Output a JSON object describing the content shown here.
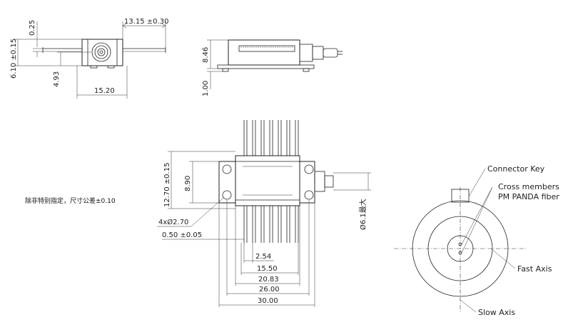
{
  "top_left_view": {
    "dims": {
      "d1": "13.15 ±0.30",
      "d2": "0.25",
      "d3": "6.10 ±0.15",
      "d4": "4.93",
      "d5": "15.20"
    }
  },
  "side_view": {
    "dims": {
      "d1": "8.46",
      "d2": "1.00"
    }
  },
  "note": "除非特别指定，尺寸公差±0.10",
  "main_view": {
    "dims": {
      "height_total": "12.70 ±0.15",
      "height_body": "8.90",
      "holes": "4xØ2.70",
      "pin_width": "0.50 ±0.05",
      "pitch": "2.54",
      "w1": "15.50",
      "w2": "20.83",
      "w3": "26.00",
      "w4": "30.00",
      "fiber_dia": "Ø6.1最大"
    }
  },
  "end_view": {
    "labels": {
      "connector_key": "Connector Key",
      "cross_members_1": "Cross members",
      "cross_members_2": "PM PANDA fiber",
      "fast_axis": "Fast Axis",
      "slow_axis": "Slow Axis"
    }
  }
}
